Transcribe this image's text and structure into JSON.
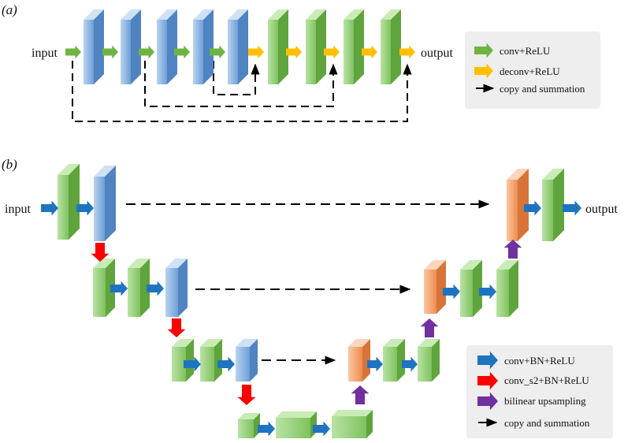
{
  "panel_a": {
    "label": "(a)",
    "input": "input",
    "output": "output",
    "legend": [
      {
        "icon": "green-arrow",
        "text": "conv+ReLU",
        "color": "#6fb443"
      },
      {
        "icon": "yellow-arrow",
        "text": "deconv+ReLU",
        "color": "#ffbf00"
      },
      {
        "icon": "black-arrow",
        "text": "copy and summation",
        "color": "#000000"
      }
    ]
  },
  "panel_b": {
    "label": "(b)",
    "input": "input",
    "output": "output",
    "legend": [
      {
        "icon": "blue-arrow",
        "text": "conv+BN+ReLU",
        "color": "#1f74c0"
      },
      {
        "icon": "red-arrow",
        "text": "conv_s2+BN+ReLU",
        "color": "#ff0000"
      },
      {
        "icon": "purple-arrow",
        "text": "bilinear upsampling",
        "color": "#7030a0"
      },
      {
        "icon": "black-arrow",
        "text": "copy and summation",
        "color": "#000000"
      }
    ]
  },
  "colors": {
    "conv_block": "#94cf7a",
    "encoder_block": "#8fb5e0",
    "upsample_block": "#f4a470",
    "legend_bg": "#eeeeee"
  }
}
